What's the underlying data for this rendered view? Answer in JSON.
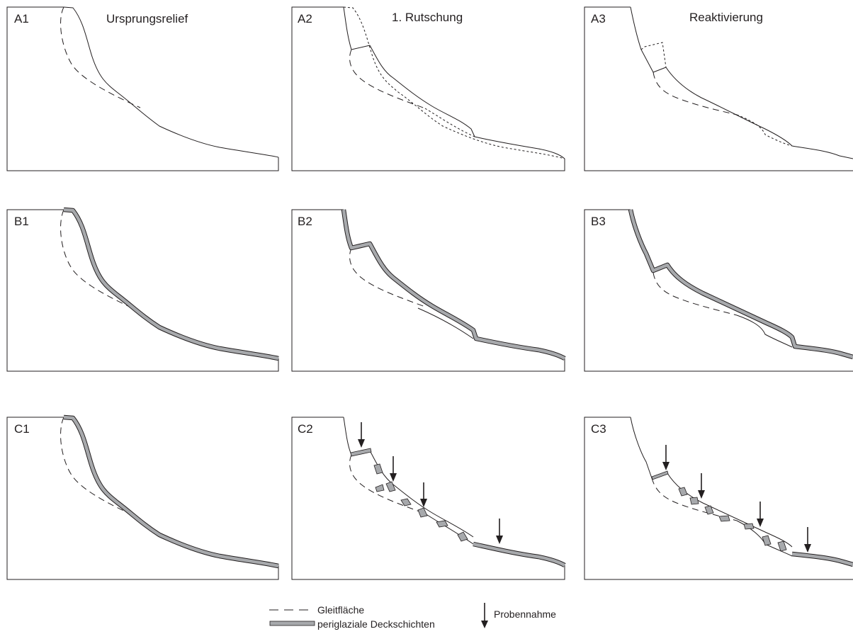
{
  "column_titles": [
    "Ursprungsrelief",
    "1. Rutschung",
    "Reaktivierung"
  ],
  "panel_labels": {
    "A1": "A1",
    "A2": "A2",
    "A3": "A3",
    "B1": "B1",
    "B2": "B2",
    "B3": "B3",
    "C1": "C1",
    "C2": "C2",
    "C3": "C3"
  },
  "legend": {
    "slip_surface": "Gleitfläche",
    "periglacial_cover": "periglaziale Deckschichten",
    "sampling": "Probennahme"
  },
  "colors": {
    "line": "#231f20",
    "cover_fill": "#a7a9ac",
    "background": "#ffffff"
  }
}
